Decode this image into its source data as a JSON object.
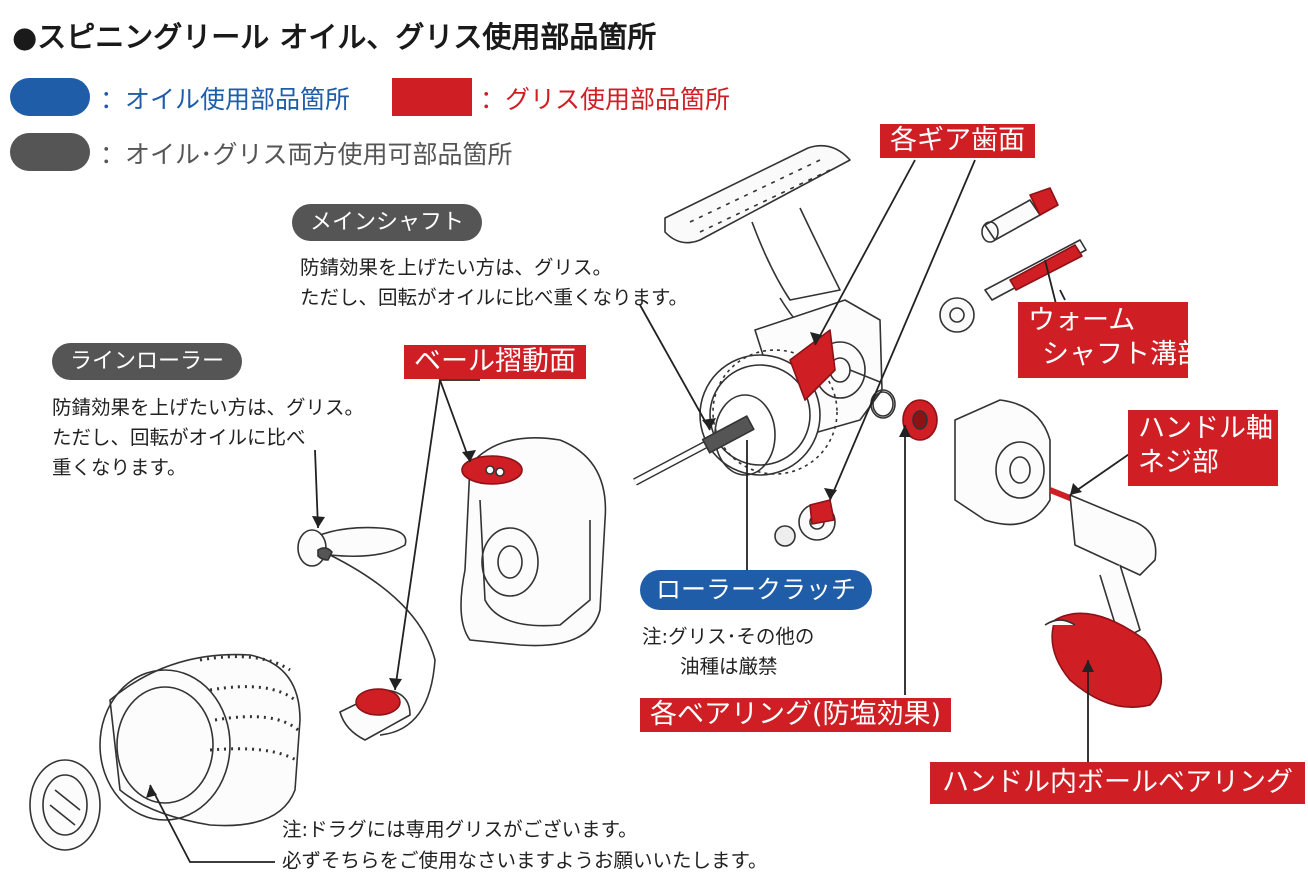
{
  "title": "●スピニングリール オイル、グリス使用部品箇所",
  "legend": {
    "oil": "：オイル使用部品箇所",
    "grease": "：グリス使用部品箇所",
    "both": "：オイル･グリス両方使用可部品箇所",
    "colors": {
      "oil": "#1f5da8",
      "grease": "#cf1f25",
      "both": "#555555"
    }
  },
  "labels": {
    "main_shaft": "メインシャフト",
    "main_shaft_note_1": "防錆効果を上げたい方は、グリス。",
    "main_shaft_note_2": "ただし、回転がオイルに比べ重くなります。",
    "line_roller": "ラインローラー",
    "line_roller_note_1": "防錆効果を上げたい方は、グリス。",
    "line_roller_note_2": "ただし、回転がオイルに比べ",
    "line_roller_note_3": "重くなります。",
    "bail_surface": "ベール摺動面",
    "gear_teeth": "各ギア歯面",
    "worm_shaft_1": "ウォーム",
    "worm_shaft_2": "シャフト溝部",
    "handle_screw_1": "ハンドル軸",
    "handle_screw_2": "ネジ部",
    "roller_clutch": "ローラークラッチ",
    "roller_clutch_note_1": "注:グリス･その他の",
    "roller_clutch_note_2": "油種は厳禁",
    "bearings": "各ベアリング(防塩効果)",
    "handle_bearing": "ハンドル内ボールベアリング",
    "drag_note_1": "注:ドラグには専用グリスがございます。",
    "drag_note_2": "必ずそちらをご使用なさいますようお願いいたします。"
  }
}
